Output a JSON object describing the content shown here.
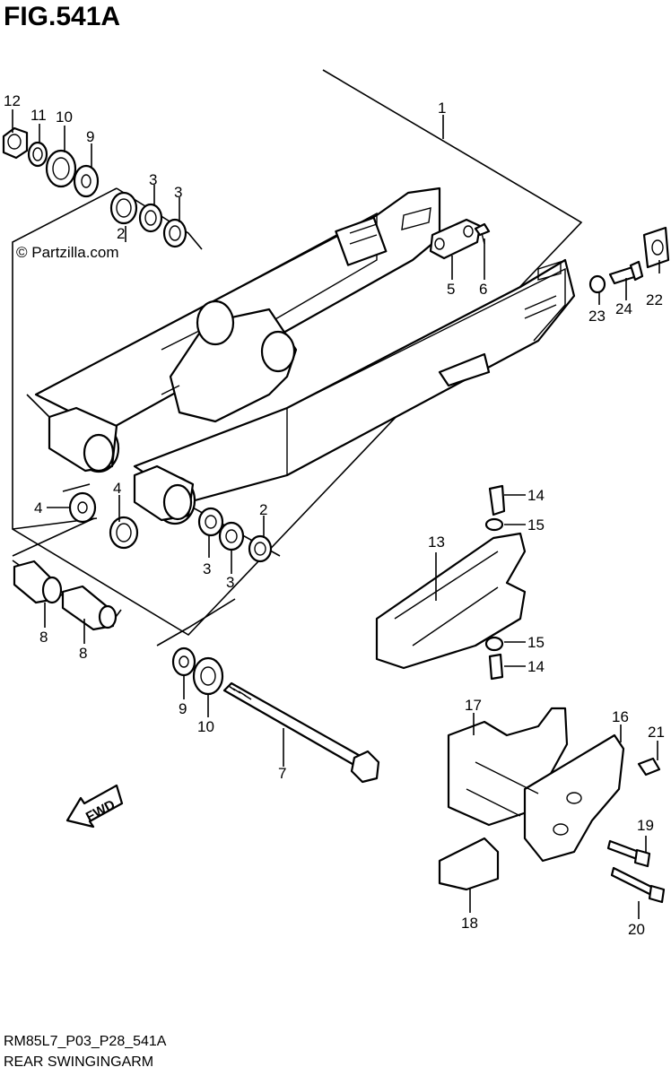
{
  "figure": {
    "title": "FIG.541A"
  },
  "watermark": "© Partzilla.com",
  "footer": {
    "code": "RM85L7_P03_P28_541A",
    "name": "REAR SWINGINGARM"
  },
  "fwd_label": "FWD",
  "callouts": [
    {
      "id": "c1",
      "label": "1"
    },
    {
      "id": "c2a",
      "label": "2"
    },
    {
      "id": "c2b",
      "label": "2"
    },
    {
      "id": "c3a",
      "label": "3"
    },
    {
      "id": "c3b",
      "label": "3"
    },
    {
      "id": "c3c",
      "label": "3"
    },
    {
      "id": "c3d",
      "label": "3"
    },
    {
      "id": "c4a",
      "label": "4"
    },
    {
      "id": "c4b",
      "label": "4"
    },
    {
      "id": "c5",
      "label": "5"
    },
    {
      "id": "c6",
      "label": "6"
    },
    {
      "id": "c7",
      "label": "7"
    },
    {
      "id": "c8a",
      "label": "8"
    },
    {
      "id": "c8b",
      "label": "8"
    },
    {
      "id": "c9a",
      "label": "9"
    },
    {
      "id": "c9b",
      "label": "9"
    },
    {
      "id": "c10a",
      "label": "10"
    },
    {
      "id": "c10b",
      "label": "10"
    },
    {
      "id": "c11",
      "label": "11"
    },
    {
      "id": "c12",
      "label": "12"
    },
    {
      "id": "c13",
      "label": "13"
    },
    {
      "id": "c14a",
      "label": "14"
    },
    {
      "id": "c14b",
      "label": "14"
    },
    {
      "id": "c15a",
      "label": "15"
    },
    {
      "id": "c15b",
      "label": "15"
    },
    {
      "id": "c16",
      "label": "16"
    },
    {
      "id": "c17",
      "label": "17"
    },
    {
      "id": "c18",
      "label": "18"
    },
    {
      "id": "c19",
      "label": "19"
    },
    {
      "id": "c20",
      "label": "20"
    },
    {
      "id": "c21",
      "label": "21"
    },
    {
      "id": "c22",
      "label": "22"
    },
    {
      "id": "c23",
      "label": "23"
    },
    {
      "id": "c24",
      "label": "24"
    }
  ]
}
